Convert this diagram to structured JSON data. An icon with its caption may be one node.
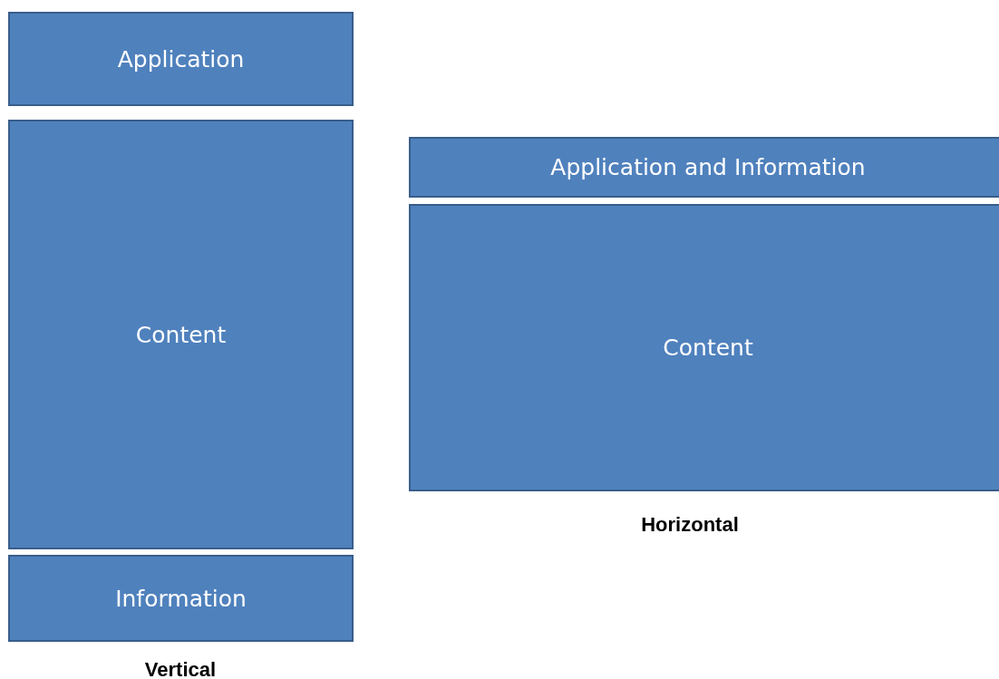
{
  "diagram": {
    "nodes": [
      {
        "text": [
          "Application"
        ]
      },
      {
        "text": [
          "Content"
        ]
      },
      {
        "text": [
          "Information"
        ]
      },
      {
        "text": [
          "Application and Information"
        ]
      },
      {
        "text": [
          "Content"
        ]
      }
    ],
    "labels": [
      "Horizontal",
      "Vertical"
    ]
  }
}
